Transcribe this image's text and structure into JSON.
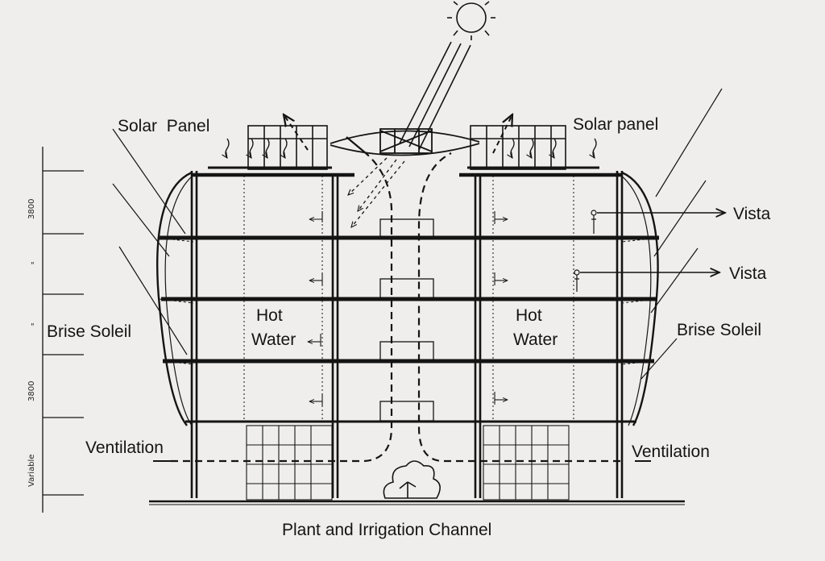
{
  "labels": {
    "solar_panel_left": "Solar  Panel",
    "solar_panel_right": "Solar panel",
    "vista_upper": "Vista",
    "vista_lower": "Vista",
    "brise_soleil_left": "Brise Soleil",
    "brise_soleil_right": "Brise Soleil",
    "hot_water_left_line1": "Hot",
    "hot_water_left_line2": "Water",
    "hot_water_right_line1": "Hot",
    "hot_water_right_line2": "Water",
    "ventilation_left": "Ventilation",
    "ventilation_right": "Ventilation",
    "caption": "Plant and Irrigation Channel"
  },
  "dimensions": {
    "dim_upper": "3800",
    "dim_mid1": "\"",
    "dim_mid2": "\"",
    "dim_lower": "3800",
    "dim_ground": "Variable"
  },
  "colors": {
    "ink": "#141414",
    "paper": "#efeeec"
  }
}
